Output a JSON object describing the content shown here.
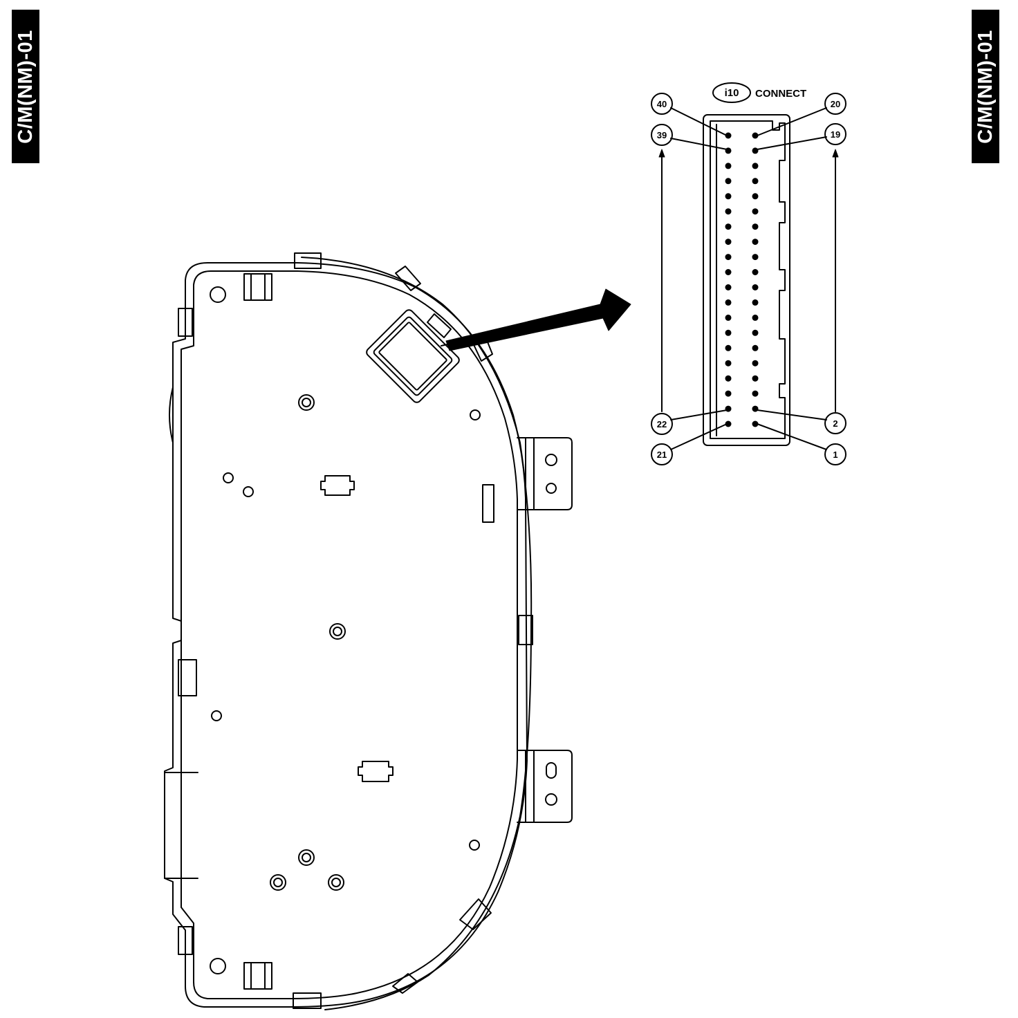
{
  "side_label_left": "C/M(NM)-01",
  "side_label_right": "C/M(NM)-01",
  "connector": {
    "id": "i10",
    "label": "CONNECT",
    "pins_left_column": {
      "top": "40",
      "second": "39",
      "second_last": "22",
      "bottom": "21"
    },
    "pins_right_column": {
      "top": "20",
      "second": "19",
      "second_last": "2",
      "bottom": "1"
    },
    "pin_count": 40
  }
}
